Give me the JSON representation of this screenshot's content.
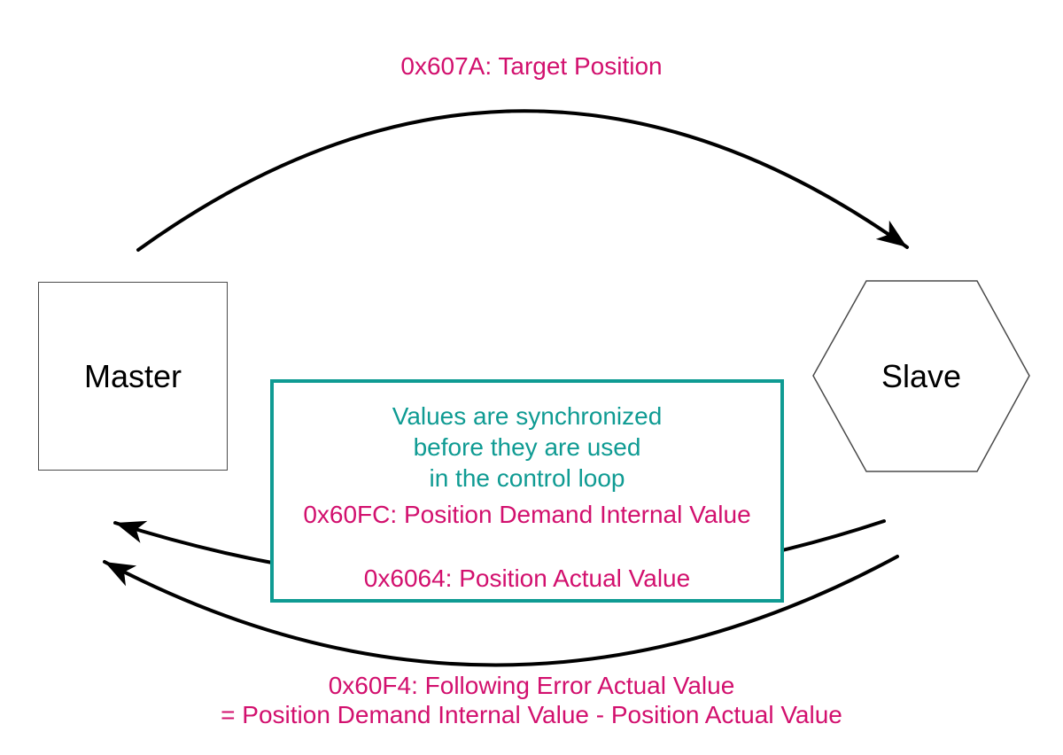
{
  "nodes": {
    "master": "Master",
    "slave": "Slave"
  },
  "labels": {
    "top_arrow": "0x607A: Target Position",
    "bottom_line1": "0x60F4: Following Error Actual Value",
    "bottom_line2": "= Position Demand Internal Value - Position Actual Value"
  },
  "sync_box": {
    "note_lines": [
      "Values are synchronized",
      "before they are used",
      "in the control loop"
    ],
    "values": [
      "0x60FC: Position Demand Internal Value",
      "0x6064: Position Actual Value"
    ]
  },
  "icons": {
    "arrowhead": "swept-back solid black arrowhead"
  },
  "colors": {
    "magenta": "#d2106e",
    "teal": "#0f9b93",
    "arrow_black": "#000000",
    "node_border": "#4a4a4a",
    "background": "#ffffff"
  }
}
